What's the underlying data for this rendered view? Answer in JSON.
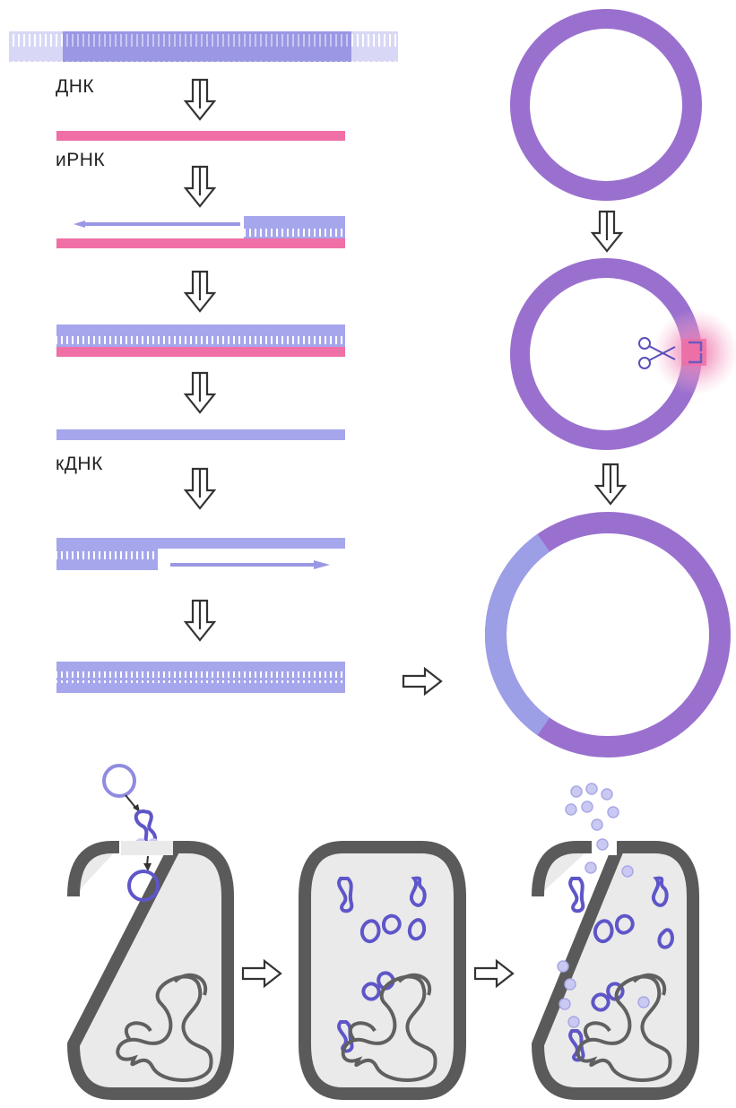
{
  "labels": {
    "dna": "ДНК",
    "mrna": "иРНК",
    "cdna": "кДНК"
  },
  "colors": {
    "dna_blue": "#a6a6ec",
    "dna_blue_dark": "#8a88dc",
    "dna_blue_light": "#d8d8f6",
    "mrna_pink": "#ef6fa6",
    "plasmid_purple": "#9a70cf",
    "insert_blue": "#9c9ee6",
    "cell_wall": "#5a5a5a",
    "cell_fill": "#eaeaea",
    "chromosome": "#606060",
    "plasmid_in_cell": "#5e56c8",
    "release_particle": "#c9c9f2"
  },
  "icons": {
    "process_arrow": "double-line-down-arrow",
    "transfer_arrow": "double-line-right-arrow",
    "enzyme": "scissors-icon",
    "restriction_site": "glow-spot"
  },
  "steps": [
    "dna-template",
    "mrna-transcript",
    "reverse-transcription",
    "rna-dna-hybrid",
    "single-strand-cdna",
    "second-strand-synthesis",
    "double-strand-cdna",
    "plasmid-vector",
    "plasmid-cut",
    "recombinant-plasmid",
    "cell-transformation",
    "cell-replication",
    "cell-release"
  ]
}
